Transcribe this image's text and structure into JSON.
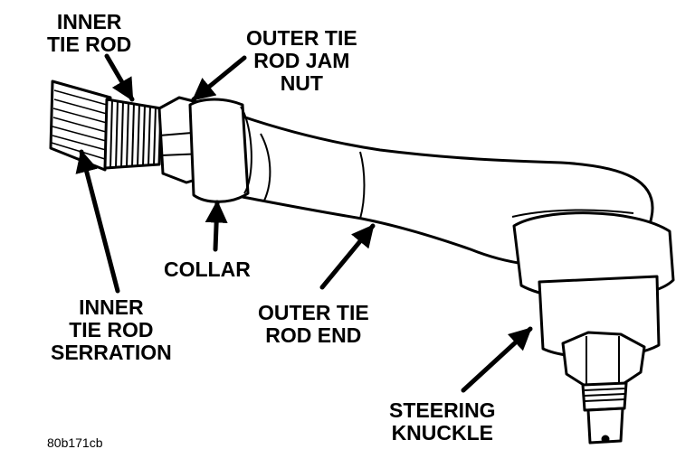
{
  "labels": {
    "inner_tie_rod": [
      "INNER",
      "TIE ROD"
    ],
    "outer_tie_rod_jam_nut": [
      "OUTER TIE",
      "ROD JAM",
      "NUT"
    ],
    "collar": [
      "COLLAR"
    ],
    "inner_tie_rod_serration": [
      "INNER",
      "TIE ROD",
      "SERRATION"
    ],
    "outer_tie_rod_end": [
      "OUTER TIE",
      "ROD END"
    ],
    "steering_knuckle": [
      "STEERING",
      "KNUCKLE"
    ]
  },
  "figure_code": "80b171cb",
  "colors": {
    "ink": "#000000",
    "paper": "#ffffff"
  }
}
